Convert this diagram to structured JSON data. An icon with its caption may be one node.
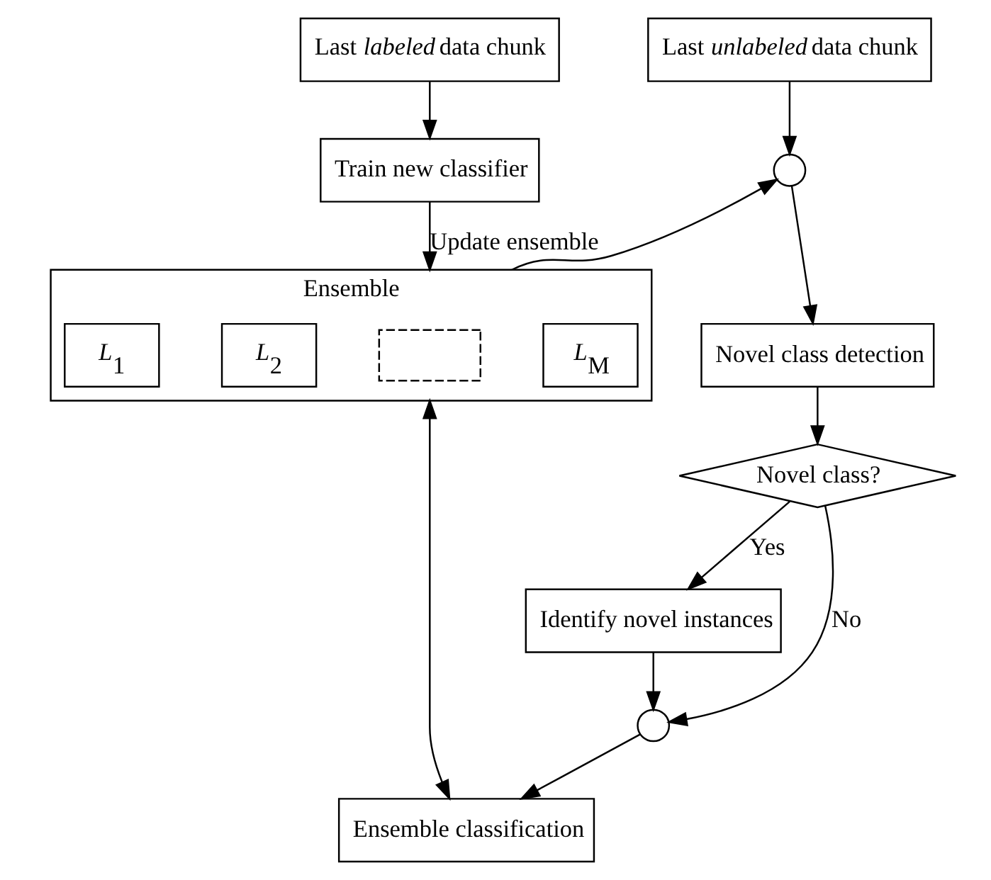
{
  "diagram": {
    "nodes": [
      {
        "text": [
          "Last *labeled* data chunk"
        ]
      },
      {
        "text": [
          "Last *unlabeled* data chunk"
        ]
      },
      {
        "text": [
          "Train new classifier"
        ]
      },
      {
        "text": [
          "Ensemble"
        ]
      },
      {
        "text": [
          "*L*$_{1}$"
        ],
        "in": 3
      },
      {
        "text": [
          "*L*$_{2}$"
        ],
        "in": 3
      },
      {
        "text": [],
        "shape": "box",
        "in": 3
      },
      {
        "text": [
          "*L*$_{M}$"
        ],
        "in": 3
      },
      {
        "text": [],
        "shape": "circle"
      },
      {
        "text": [
          "Novel class detection"
        ]
      },
      {
        "text": [
          "Novel class?"
        ]
      },
      {
        "text": [
          "Identify novel instances"
        ]
      },
      {
        "text": [],
        "shape": "circle"
      },
      {
        "text": [
          "Ensemble classification"
        ]
      }
    ],
    "edges": [
      {
        "from": 0,
        "to": 2,
        "arrow": "to"
      },
      {
        "from": 2,
        "to": 3,
        "arrow": "to",
        "label": "Update ensemble"
      },
      {
        "from": 3,
        "to": 8,
        "arrow": "to"
      },
      {
        "from": 1,
        "to": 8,
        "arrow": "to"
      },
      {
        "from": 8,
        "to": 9,
        "arrow": "to"
      },
      {
        "from": 9,
        "to": 10,
        "arrow": "to"
      },
      {
        "from": 10,
        "to": 11,
        "arrow": "to",
        "label": "Yes"
      },
      {
        "from": 10,
        "to": 12,
        "arrow": "to",
        "label": "No"
      },
      {
        "from": 11,
        "to": 12,
        "arrow": "to"
      },
      {
        "from": 12,
        "to": 13,
        "arrow": "to"
      },
      {
        "from": 13,
        "to": 3,
        "arrow": "both"
      }
    ]
  }
}
